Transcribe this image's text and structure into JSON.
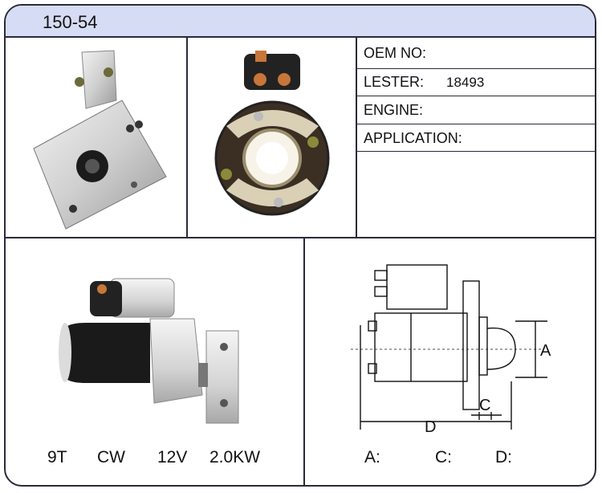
{
  "header": {
    "title": "150-54"
  },
  "specs": [
    {
      "label": "OEM NO:",
      "value": ""
    },
    {
      "label": "LESTER:",
      "value": "18493"
    },
    {
      "label": "ENGINE:",
      "value": ""
    },
    {
      "label": "APPLICATION:",
      "value": ""
    }
  ],
  "product": {
    "teeth": "9T",
    "rotation": "CW",
    "voltage": "12V",
    "power": "2.0KW"
  },
  "diagram": {
    "labels": {
      "a": "A",
      "c": "C",
      "d": "D"
    },
    "dims": [
      {
        "label": "A:",
        "value": ""
      },
      {
        "label": "C:",
        "value": ""
      },
      {
        "label": "D:",
        "value": ""
      }
    ]
  },
  "colors": {
    "header_bg": "#d6dcf3",
    "border": "#2a2a3a"
  }
}
